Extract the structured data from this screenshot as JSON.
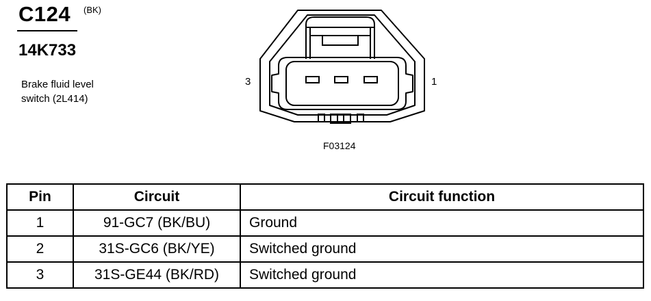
{
  "header": {
    "connector_id": "C124",
    "color_code": "(BK)",
    "part_number": "14K733",
    "description_lines": [
      "Brake fluid level",
      "switch (2L414)"
    ]
  },
  "diagram": {
    "pin_label_left": "3",
    "pin_label_right": "1",
    "figure_code": "F03124"
  },
  "table": {
    "headers": [
      "Pin",
      "Circuit",
      "Circuit function"
    ],
    "rows": [
      {
        "pin": "1",
        "circuit": "91-GC7 (BK/BU)",
        "function": "Ground"
      },
      {
        "pin": "2",
        "circuit": "31S-GC6 (BK/YE)",
        "function": "Switched ground"
      },
      {
        "pin": "3",
        "circuit": "31S-GE44 (BK/RD)",
        "function": "Switched ground"
      }
    ]
  }
}
